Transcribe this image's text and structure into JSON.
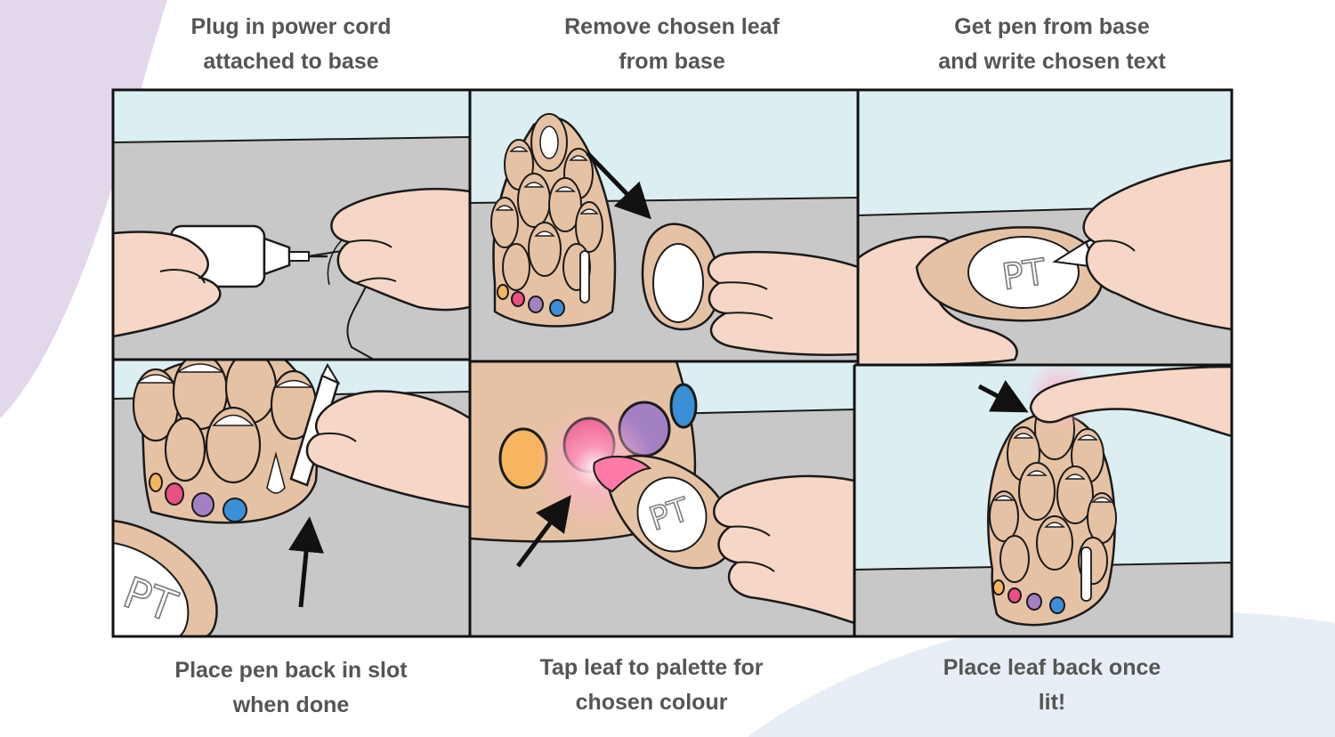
{
  "colors": {
    "lavender": "#e3d7ec",
    "pale_blue": "#e8eef5",
    "sky": "#dbeef2",
    "floor": "#c8c8c8",
    "skin": "#f6d6c6",
    "base_tan": "#e6c2a4",
    "leaf_white": "#ffffff",
    "outline": "#1a1a1a",
    "caption_text": "#555555",
    "palette": [
      "#f6b55e",
      "#ea4f86",
      "#a37fc4",
      "#3b8fd6"
    ],
    "glow": "#ff7aa8"
  },
  "steps": [
    {
      "lines": [
        "Plug in power cord",
        "attached to base"
      ]
    },
    {
      "lines": [
        "Remove chosen leaf",
        "from base"
      ]
    },
    {
      "lines": [
        "Get pen from base",
        "and write chosen text"
      ]
    },
    {
      "lines": [
        "Place pen back in slot",
        "when done"
      ]
    },
    {
      "lines": [
        "Tap leaf to palette for",
        "chosen colour"
      ]
    },
    {
      "lines": [
        "Place leaf back once",
        "lit!"
      ]
    }
  ],
  "leaf_text": "PT"
}
